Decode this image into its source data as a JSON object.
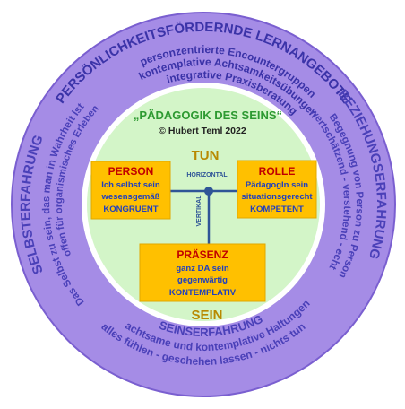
{
  "colors": {
    "outer_ring": "#a58ce6",
    "outer_ring_edge": "#7a5fd0",
    "white_ring": "#ffffff",
    "inner_circle": "#d3f5c8",
    "box_fill": "#ffc000",
    "title_green": "#2e9a32",
    "box_text_red": "#c00000",
    "box_text_blue": "#1f3fbf",
    "tun_sein": "#b88900",
    "connector_blue": "#2f5597",
    "ring_text": "#4a40b8"
  },
  "center": {
    "title": "„PÄDAGOGIK DES SEINS“",
    "copyright": "© Hubert Teml 2022",
    "tun": "TUN",
    "sein": "SEIN",
    "horizontal": "HORIZONTAL",
    "vertikal": "VERTIKAL"
  },
  "boxes": {
    "person": {
      "title": "PERSON",
      "line1": "Ich selbst sein",
      "line2": "wesensgemäß",
      "line3": "KONGRUENT"
    },
    "rolle": {
      "title": "ROLLE",
      "line1": "PädagogIn sein",
      "line2": "situationsgerecht",
      "line3": "KOMPETENT"
    },
    "praesenz": {
      "title": "PRÄSENZ",
      "line1": "ganz DA sein",
      "line2": "gegenwärtig",
      "line3": "KONTEMPLATIV"
    }
  },
  "ring": {
    "top_title": "PERSÖNLICHKEITSFÖRDERNDE LERNANGEBOTE",
    "top_line1": "personzentrierte Encountergruppen",
    "top_line2": "kontemplative Achtsamkeitsübungen",
    "top_line3": "integrative Praxisberatung",
    "right_title": "BEZIEHUNGSERFAHRUNG",
    "right_line1": "Begegnung von Person zu Person",
    "right_line2": "wertschätzend - verstehend - echt",
    "left_title": "SELBSTERFAHRUNG",
    "left_line1": "Das Selbst zu sein, das man in Wahrheit ist",
    "left_line2": "offen für organismisches Erleben",
    "bottom_title": "SEINSERFAHRUNG",
    "bottom_line1": "achtsame und kontemplative Haltungen",
    "bottom_line2": "alles fühlen - geschehen lassen - nichts tun"
  }
}
